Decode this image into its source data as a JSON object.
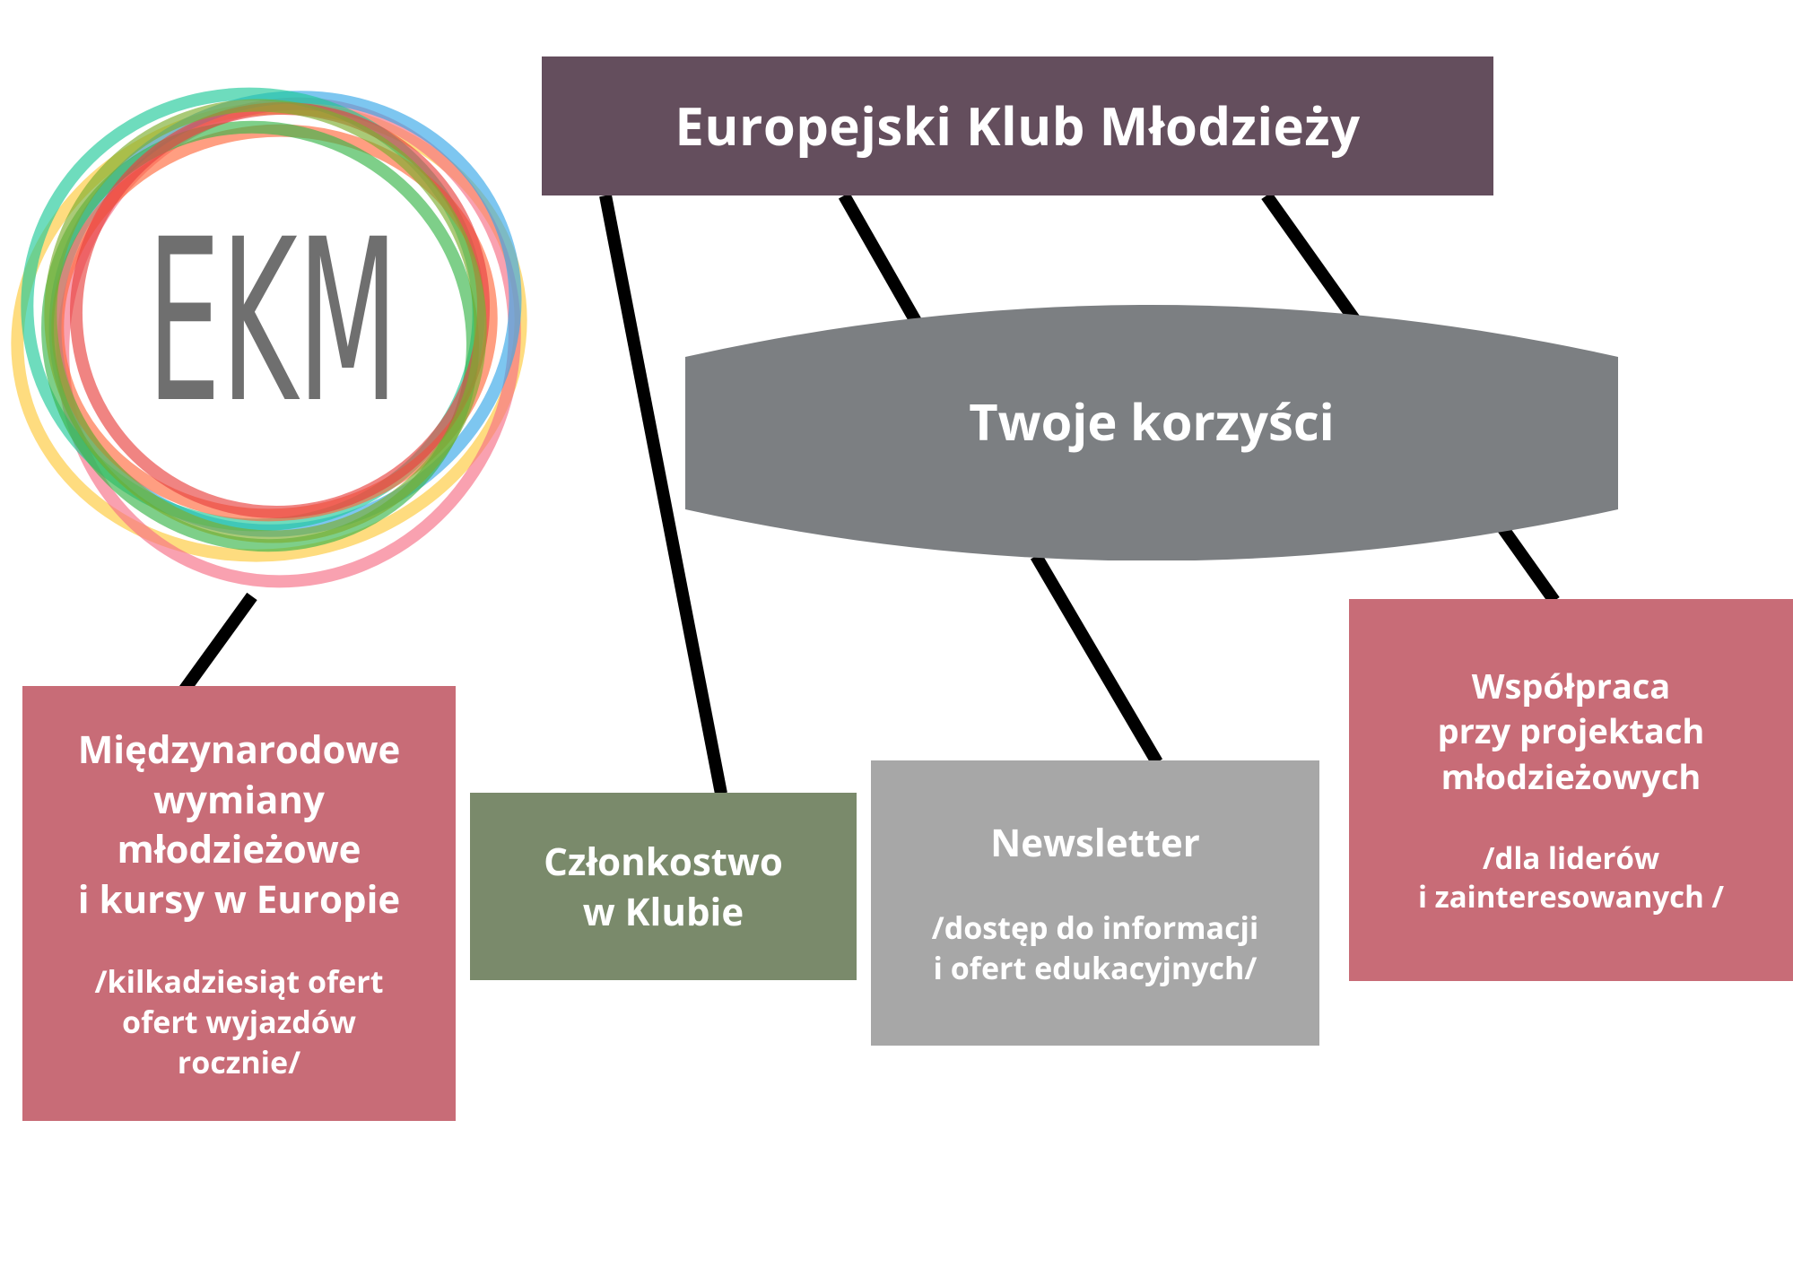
{
  "logo": {
    "text": "EKM"
  },
  "title": "Europejski Klub Młodzieży",
  "benefits": "Twoje korzyści",
  "items": [
    {
      "title": "Międzynarodowe\nwymiany\nmłodzieżowe\ni kursy w Europie",
      "subtitle": "/kilkadziesiąt ofert\nofert wyjazdów\nrocznie/"
    },
    {
      "title": "Członkostwo\nw Klubie"
    },
    {
      "title": "Newsletter",
      "subtitle": "/dostęp do informacji\ni ofert edukacyjnych/"
    },
    {
      "title": "Współpraca\nprzy projektach\nmłodzieżowych",
      "subtitle": "/dla liderów\ni zainteresowanych /"
    }
  ],
  "colors": {
    "title_bg": "#644e5d",
    "benefits_bg": "#7c7f82",
    "rose": "#c86c77",
    "green": "#7a8a6b",
    "gray": "#a7a7a7",
    "connector": "#000000",
    "logo_text": "#6f6f6f"
  }
}
